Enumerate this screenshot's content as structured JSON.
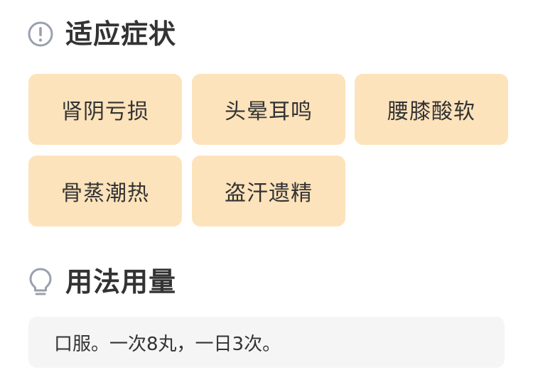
{
  "indications": {
    "icon": "info-circle-icon",
    "title": "适应症状",
    "tag_color": "#fde3bb",
    "tags": [
      {
        "label": "肾阴亏损"
      },
      {
        "label": "头晕耳鸣"
      },
      {
        "label": "腰膝酸软"
      },
      {
        "label": "骨蒸潮热"
      },
      {
        "label": "盗汗遗精"
      }
    ]
  },
  "usage": {
    "icon": "lightbulb-icon",
    "title": "用法用量",
    "text": "口服。一次8丸，一日3次。"
  }
}
